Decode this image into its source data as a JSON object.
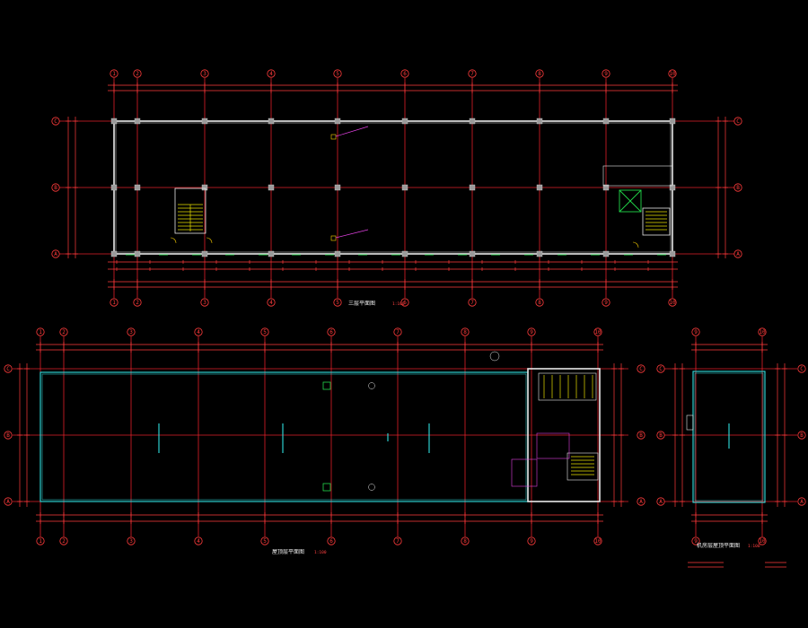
{
  "plan_top": {
    "title": "三层平面图",
    "scale": "1:100",
    "axes_x": [
      "1",
      "2",
      "3",
      "4",
      "5",
      "6",
      "7",
      "8",
      "9",
      "10"
    ],
    "axes_y": [
      "A",
      "B",
      "C"
    ]
  },
  "plan_bottom_left": {
    "title": "屋顶层平面图",
    "scale": "1:100",
    "axes_x": [
      "1",
      "2",
      "3",
      "4",
      "5",
      "6",
      "7",
      "8",
      "9",
      "10"
    ],
    "axes_y": [
      "A",
      "B",
      "C"
    ]
  },
  "plan_bottom_right": {
    "title": "机房层屋顶平面图",
    "scale": "1:100",
    "axes_x": [
      "9",
      "10"
    ],
    "axes_y": [
      "A",
      "B",
      "C"
    ]
  },
  "colors": {
    "background": "#000000",
    "axis": "#ff3b3b",
    "wall": "#e8e8e8",
    "roof_outline": "#2fe0e0",
    "stair": "#e8e000",
    "door": "#ffd400",
    "green": "#22d84a",
    "column": "#9a9a9a"
  }
}
